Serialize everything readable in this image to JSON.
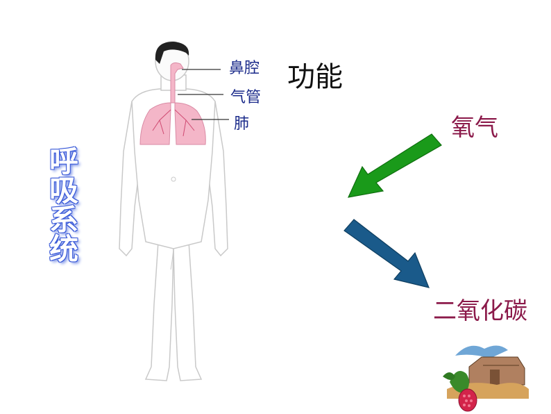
{
  "vertical_title": [
    "呼",
    "吸",
    "系",
    "统"
  ],
  "labels": {
    "nasal_cavity": "鼻腔",
    "trachea": "气管",
    "lung": "肺"
  },
  "function_title": "功能",
  "gases": {
    "oxygen": "氧气",
    "carbon_dioxide": "二氧化碳"
  },
  "colors": {
    "title_outline": "#3a5ad8",
    "organ_label": "#1a2a8a",
    "gas_label": "#8b1a4a",
    "oxygen_arrow": "#1a9a1a",
    "co2_arrow": "#1a5a8a",
    "lungs": "#f4b6c8"
  },
  "icons": [
    "human-body-illustration",
    "oxygen-in-arrow",
    "carbon-dioxide-out-arrow",
    "farm-clipart"
  ]
}
